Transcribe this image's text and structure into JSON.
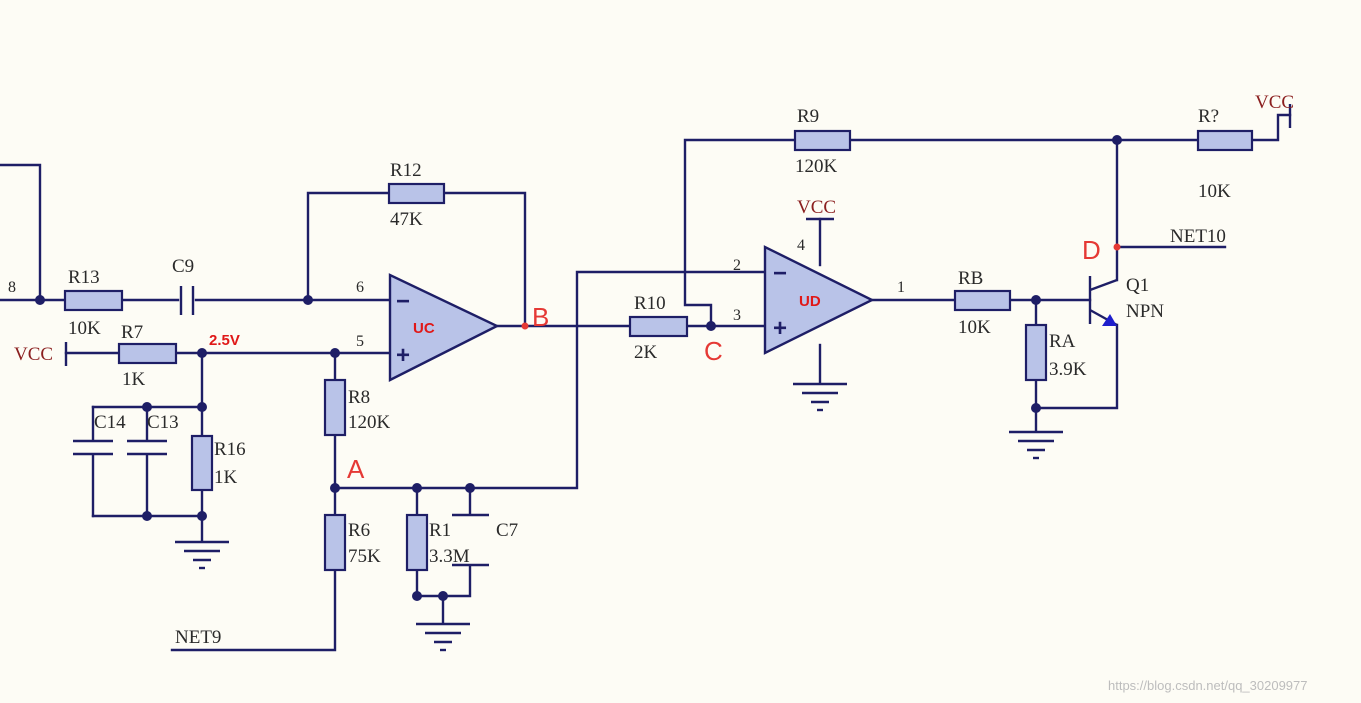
{
  "labels": {
    "r13": "R13",
    "r13_val": "10K",
    "c9": "C9",
    "r7": "R7",
    "r7_val": "1K",
    "vcc_left": "VCC",
    "v25": "2.5V",
    "c14": "C14",
    "c13": "C13",
    "r16": "R16",
    "r16_val": "1K",
    "r8": "R8",
    "r8_val": "120K",
    "r6": "R6",
    "r6_val": "75K",
    "r_bot": "R1",
    "r_bot_val": "3.3M",
    "c7": "C7",
    "net9": "NET9",
    "r12": "R12",
    "r12_val": "47K",
    "uc": "UC",
    "ud": "UD",
    "r10": "R10",
    "r10_val": "2K",
    "r9": "R9",
    "r9_val": "120K",
    "vcc_mid": "VCC",
    "rb": "RB",
    "rb_val": "10K",
    "ra": "RA",
    "ra_val": "3.9K",
    "q1": "Q1",
    "q1_type": "NPN",
    "rq": "R?",
    "rq_val": "10K",
    "vcc_right": "VCC",
    "net10": "NET10",
    "node_a": "A",
    "node_b": "B",
    "node_c": "C",
    "node_d": "D",
    "pin_8": "8",
    "pin_6": "6",
    "pin_5": "5",
    "pin_2": "2",
    "pin_3": "3",
    "pin_1": "1",
    "pin_4": "4",
    "watermark": "https://blog.csdn.net/qq_30209977"
  }
}
